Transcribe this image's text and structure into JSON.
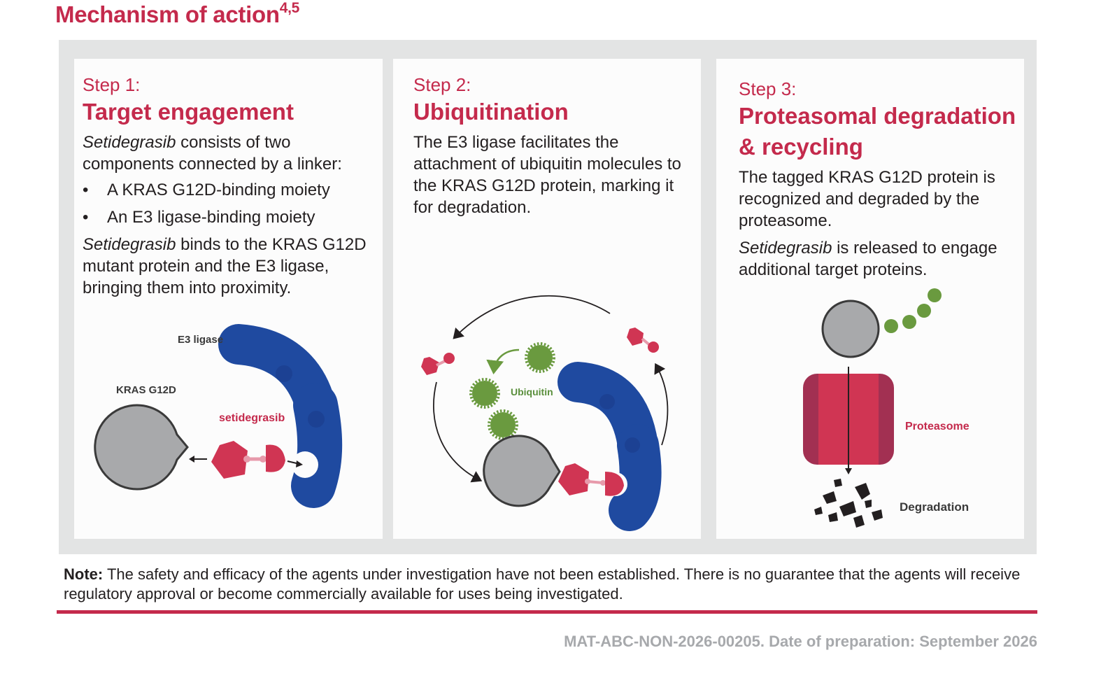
{
  "page": {
    "title": "Mechanism of action",
    "title_superscript": "4,5"
  },
  "steps": [
    {
      "label": "Step 1:",
      "title": "Target engagement",
      "drug_name": "Setidegrasib",
      "intro": "consists of two components connected by a linker:",
      "bullets": [
        "A KRAS G12D-binding moiety",
        "An E3 ligase-binding moiety"
      ],
      "body": "binds to the KRAS G12D mutant protein and the E3 ligase, bringing them into proximity.",
      "diagram_labels": {
        "e3": "E3 ligase",
        "kras": "KRAS G12D",
        "drug": "setidegrasib"
      }
    },
    {
      "label": "Step 2:",
      "title": "Ubiquitination",
      "body": "The E3 ligase facilitates the attachment of ubiquitin molecules to the KRAS G12D protein, marking it for degradation.",
      "diagram_labels": {
        "ubiquitin": "Ubiquitin"
      }
    },
    {
      "label": "Step 3:",
      "title": "Proteasomal degradation & recycling",
      "body1": "The tagged KRAS G12D protein is recognized and degraded by the proteasome.",
      "drug_name": "Setidegrasib",
      "body2": "is released to engage additional target proteins.",
      "diagram_labels": {
        "proteasome": "Proteasome",
        "degradation": "Degradation"
      }
    }
  ],
  "note": {
    "label": "Note:",
    "text": "The safety and efficacy of the agents under investigation have not been established. There is no guarantee that the agents will receive regulatory approval or become commercially available for uses being investigated."
  },
  "footer": "MAT-ABC-NON-2026-00205. Date of preparation: September 2026",
  "colors": {
    "brand_red": "#c42a4c",
    "panel_grey": "#e3e4e4",
    "kras_grey": "#a8a9ab",
    "e3_blue": "#1f4aa0",
    "ubiquitin_green": "#6a9a3f",
    "proteasome_outer": "#a23052",
    "proteasome_core": "#d03553",
    "footer_grey": "#a7a9ac"
  },
  "icons": [
    "kras-protein-icon",
    "e3-ligase-icon",
    "degrader-molecule-icon",
    "ubiquitin-icon",
    "proteasome-icon",
    "degradation-fragments-icon"
  ]
}
